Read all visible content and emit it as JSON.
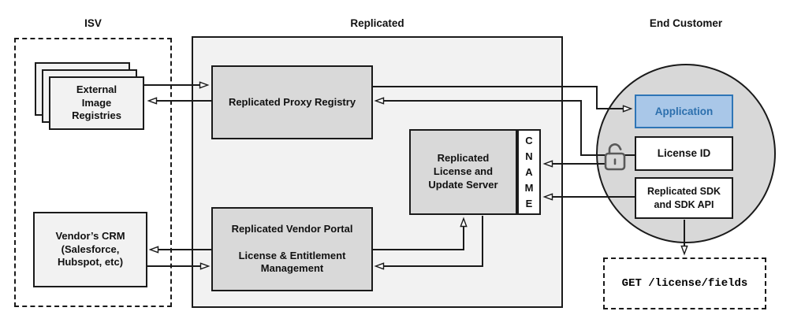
{
  "sections": {
    "isv": {
      "label": "ISV"
    },
    "replicated": {
      "label": "Replicated"
    },
    "end_customer": {
      "label": "End Customer"
    }
  },
  "nodes": {
    "external_registries": {
      "label": "External\nImage\nRegistries"
    },
    "vendor_crm": {
      "label": "Vendor’s CRM\n(Salesforce,\nHubspot, etc)"
    },
    "proxy_registry": {
      "label": "Replicated Proxy Registry"
    },
    "license_server": {
      "label": "Replicated\nLicense and\nUpdate Server"
    },
    "cname": {
      "label": "CNAME"
    },
    "vendor_portal": {
      "label": "Replicated Vendor Portal\n\nLicense & Entitlement\nManagement"
    },
    "application": {
      "label": "Application"
    },
    "license_id": {
      "label": "License ID"
    },
    "sdk": {
      "label": "Replicated SDK\nand SDK API"
    },
    "get_endpoint": {
      "label": "GET /license/fields"
    }
  },
  "icons": {
    "lock": "open-padlock"
  },
  "colors": {
    "container_fill": "#f2f2f2",
    "inner_box_fill": "#d9d9d9",
    "circle_fill": "#d8d8d8",
    "application_fill": "#a9c7e8",
    "application_border": "#2e75b6",
    "application_text": "#2c6fad",
    "line": "#1a1a1a",
    "lock_gray": "#595959"
  }
}
